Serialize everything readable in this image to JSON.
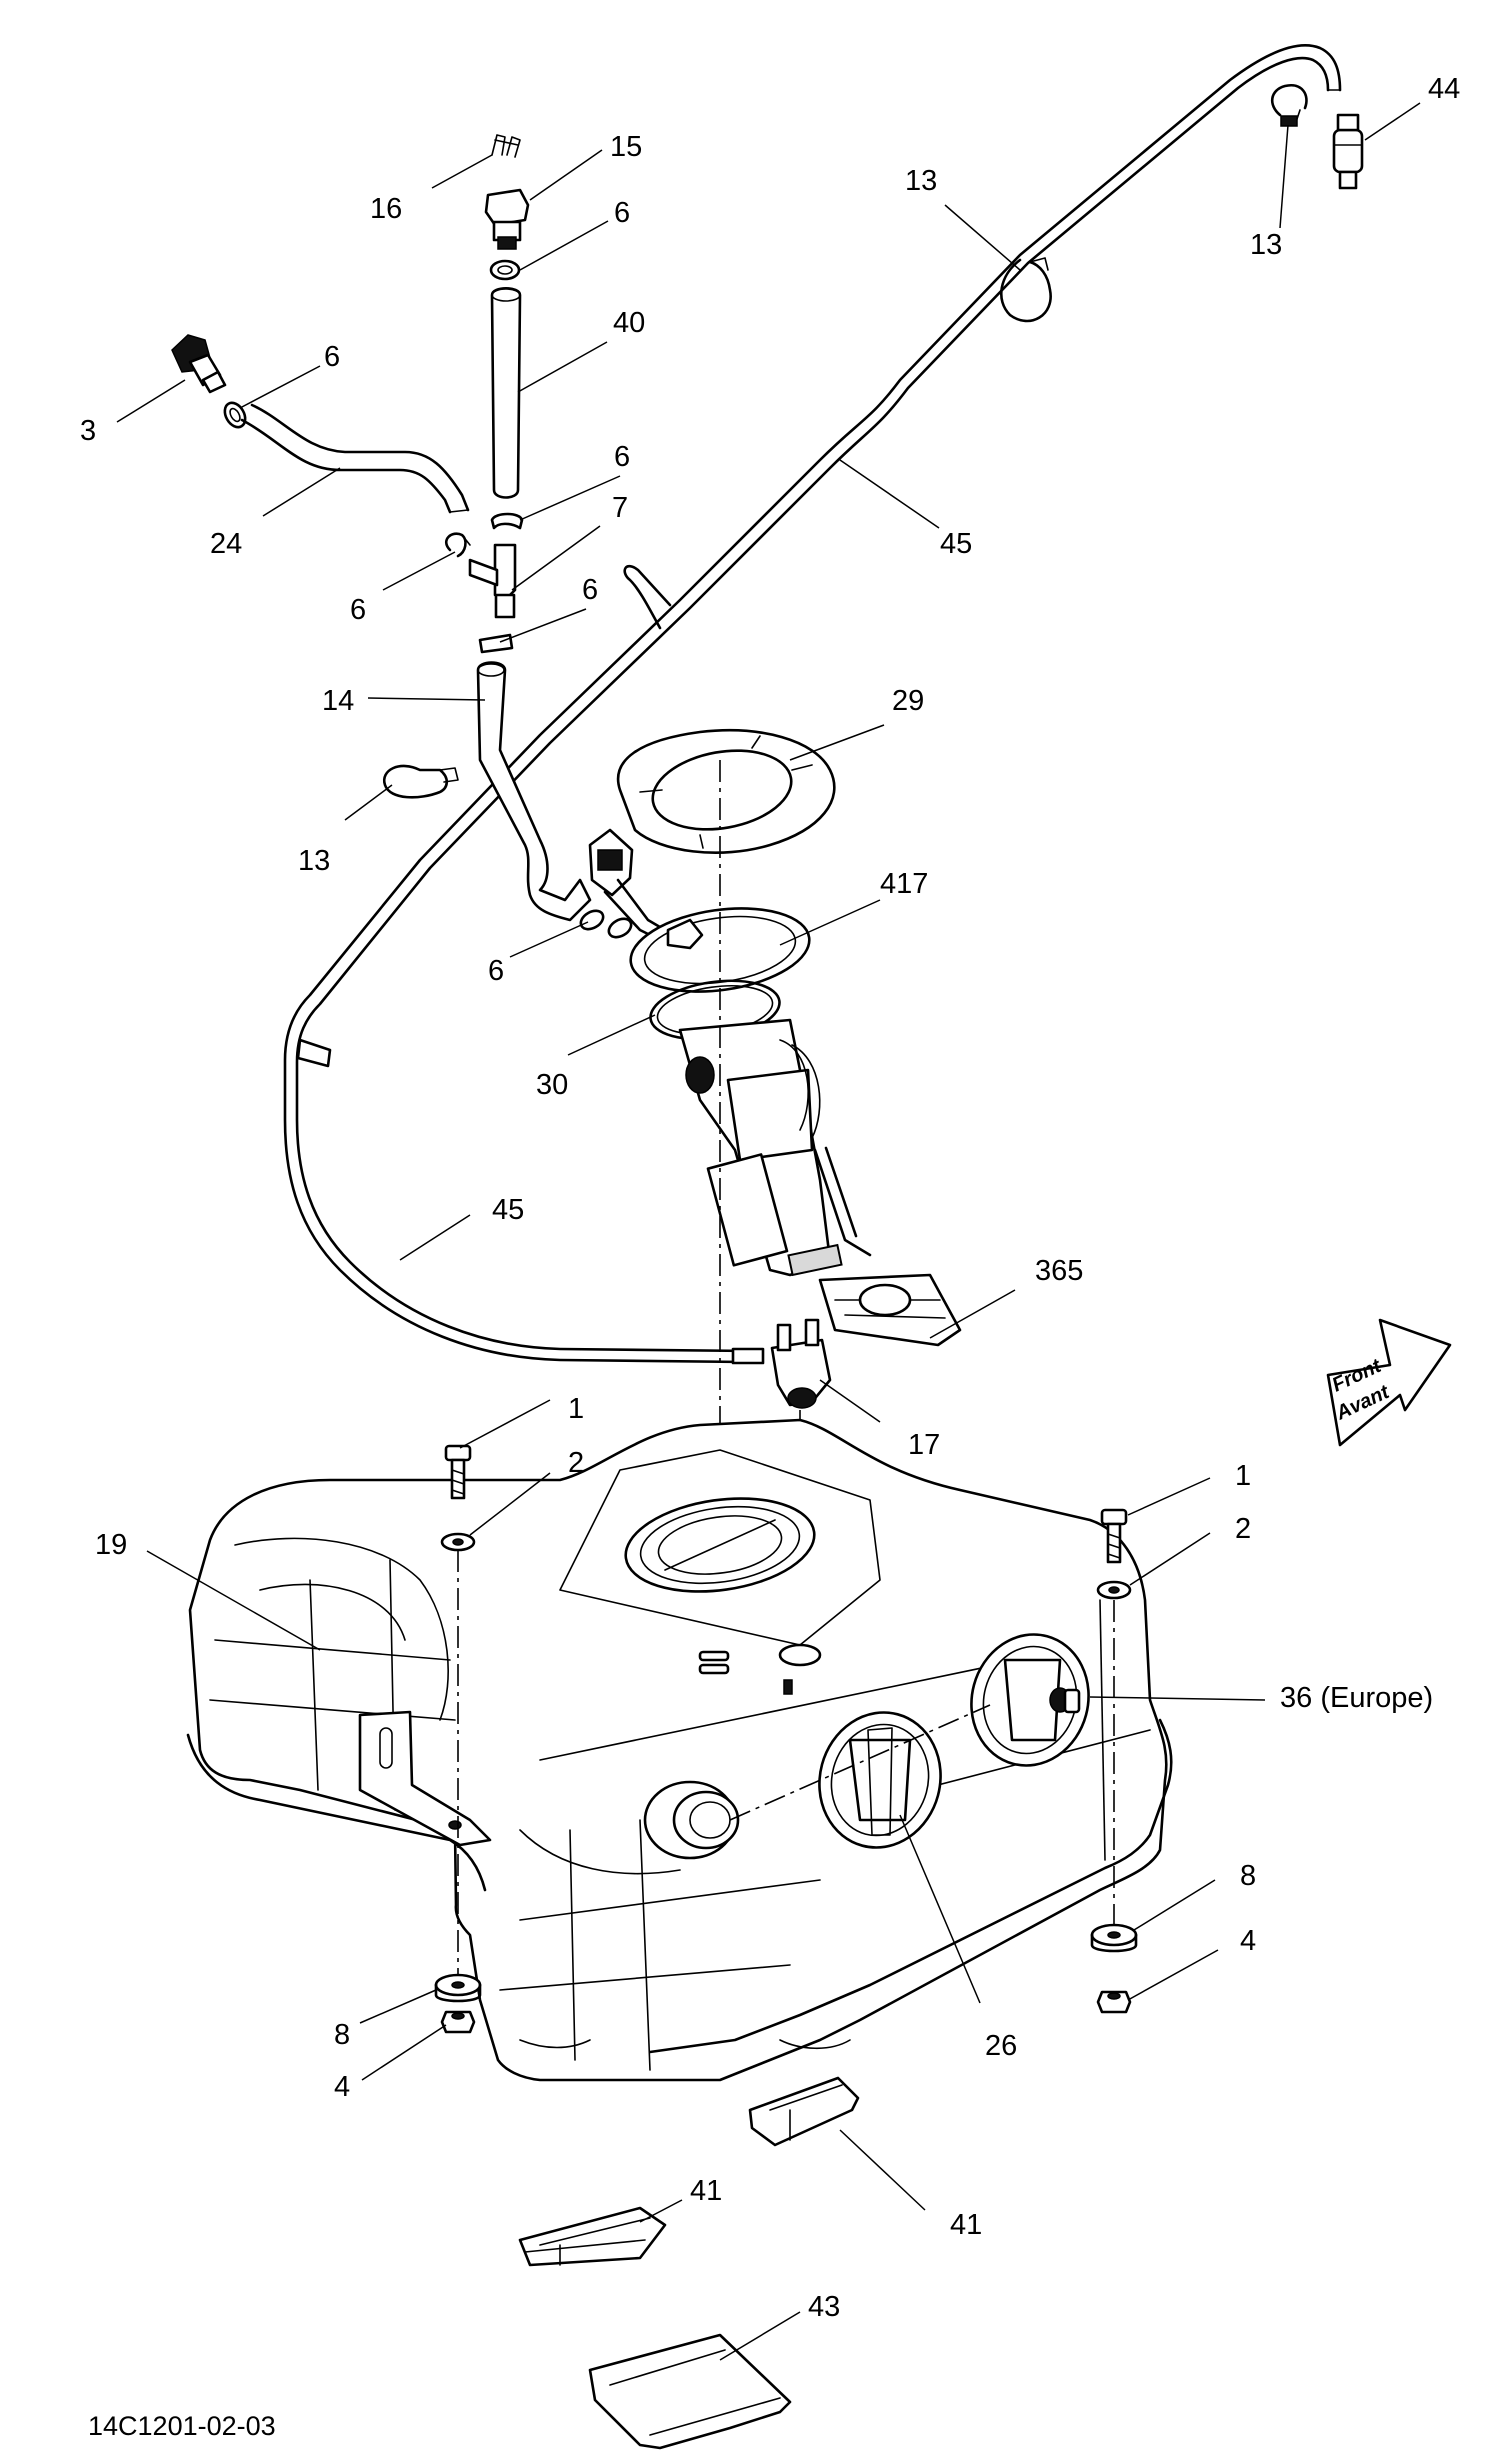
{
  "callouts": [
    {
      "id": "c44",
      "label": "44"
    },
    {
      "id": "c15",
      "label": "15"
    },
    {
      "id": "c16",
      "label": "16"
    },
    {
      "id": "c6a",
      "label": "6"
    },
    {
      "id": "c13a",
      "label": "13"
    },
    {
      "id": "c13b",
      "label": "13"
    },
    {
      "id": "c40",
      "label": "40"
    },
    {
      "id": "c6b",
      "label": "6"
    },
    {
      "id": "c3",
      "label": "3"
    },
    {
      "id": "c6c",
      "label": "6"
    },
    {
      "id": "c7",
      "label": "7"
    },
    {
      "id": "c24",
      "label": "24"
    },
    {
      "id": "c45a",
      "label": "45"
    },
    {
      "id": "c6d",
      "label": "6"
    },
    {
      "id": "c6e",
      "label": "6"
    },
    {
      "id": "c14",
      "label": "14"
    },
    {
      "id": "c29",
      "label": "29"
    },
    {
      "id": "c13c",
      "label": "13"
    },
    {
      "id": "c417",
      "label": "417"
    },
    {
      "id": "c6f",
      "label": "6"
    },
    {
      "id": "c30",
      "label": "30"
    },
    {
      "id": "c45b",
      "label": "45"
    },
    {
      "id": "c365",
      "label": "365"
    },
    {
      "id": "c1a",
      "label": "1"
    },
    {
      "id": "c17",
      "label": "17"
    },
    {
      "id": "c2a",
      "label": "2"
    },
    {
      "id": "c1b",
      "label": "1"
    },
    {
      "id": "c19",
      "label": "19"
    },
    {
      "id": "c2b",
      "label": "2"
    },
    {
      "id": "c36",
      "label": "36 (Europe)"
    },
    {
      "id": "c8a",
      "label": "8"
    },
    {
      "id": "c4a",
      "label": "4"
    },
    {
      "id": "c8b",
      "label": "8"
    },
    {
      "id": "c26",
      "label": "26"
    },
    {
      "id": "c4b",
      "label": "4"
    },
    {
      "id": "c41a",
      "label": "41"
    },
    {
      "id": "c41b",
      "label": "41"
    },
    {
      "id": "c43",
      "label": "43"
    }
  ],
  "front_badge": {
    "line1": "Front",
    "line2": "Avant"
  },
  "reference": "14C1201-02-03"
}
